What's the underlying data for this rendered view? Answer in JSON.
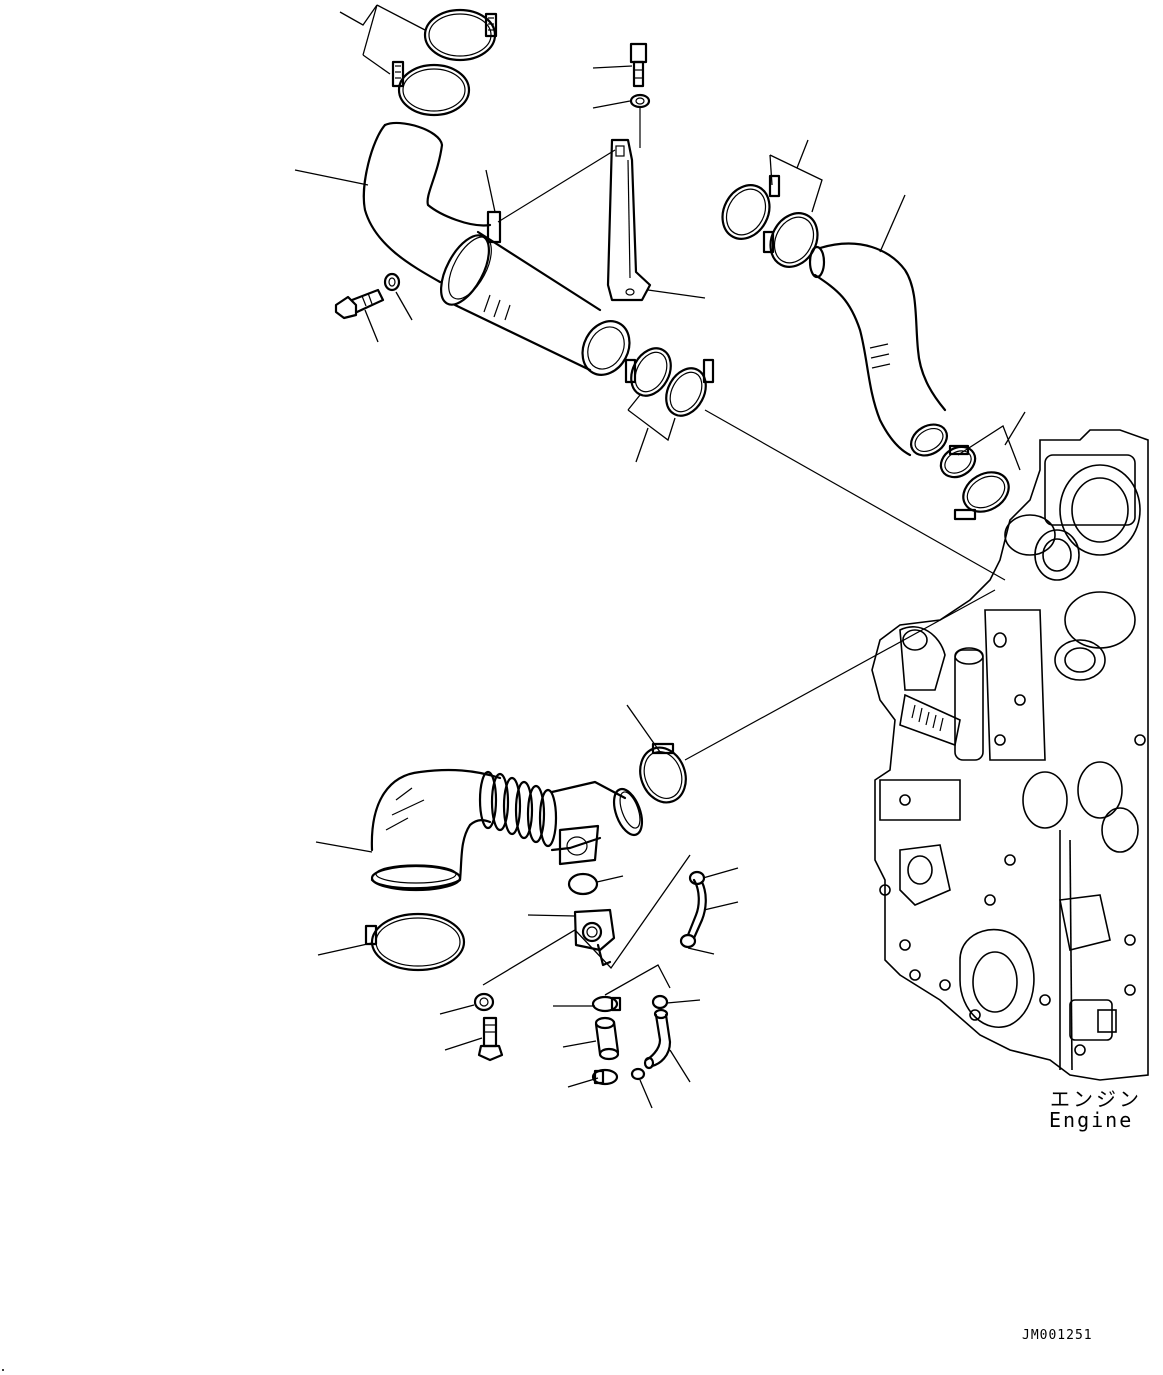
{
  "engine_label": {
    "japanese": "エンジン",
    "english": "Engine"
  },
  "drawing_id": "JM001251",
  "parts": [
    "hose-clamp-pair-top",
    "upper-air-hose",
    "bolt",
    "washer",
    "mounting-bracket",
    "bracket-bolt",
    "bracket-washer",
    "hose-clamp-pair-middle",
    "hose-clamp-pair-right",
    "right-air-hose",
    "hose-clamp-pair-engine-side",
    "hose-clamp-lower",
    "elbow-bellows-hose",
    "elbow-clamp",
    "cap",
    "outlet-fitting",
    "fitting-washer",
    "fitting-bolt",
    "small-hose-upper",
    "small-hose-clamps",
    "straight-hose",
    "straight-hose-clamps",
    "bent-hose",
    "bent-hose-clamps",
    "engine-block"
  ]
}
